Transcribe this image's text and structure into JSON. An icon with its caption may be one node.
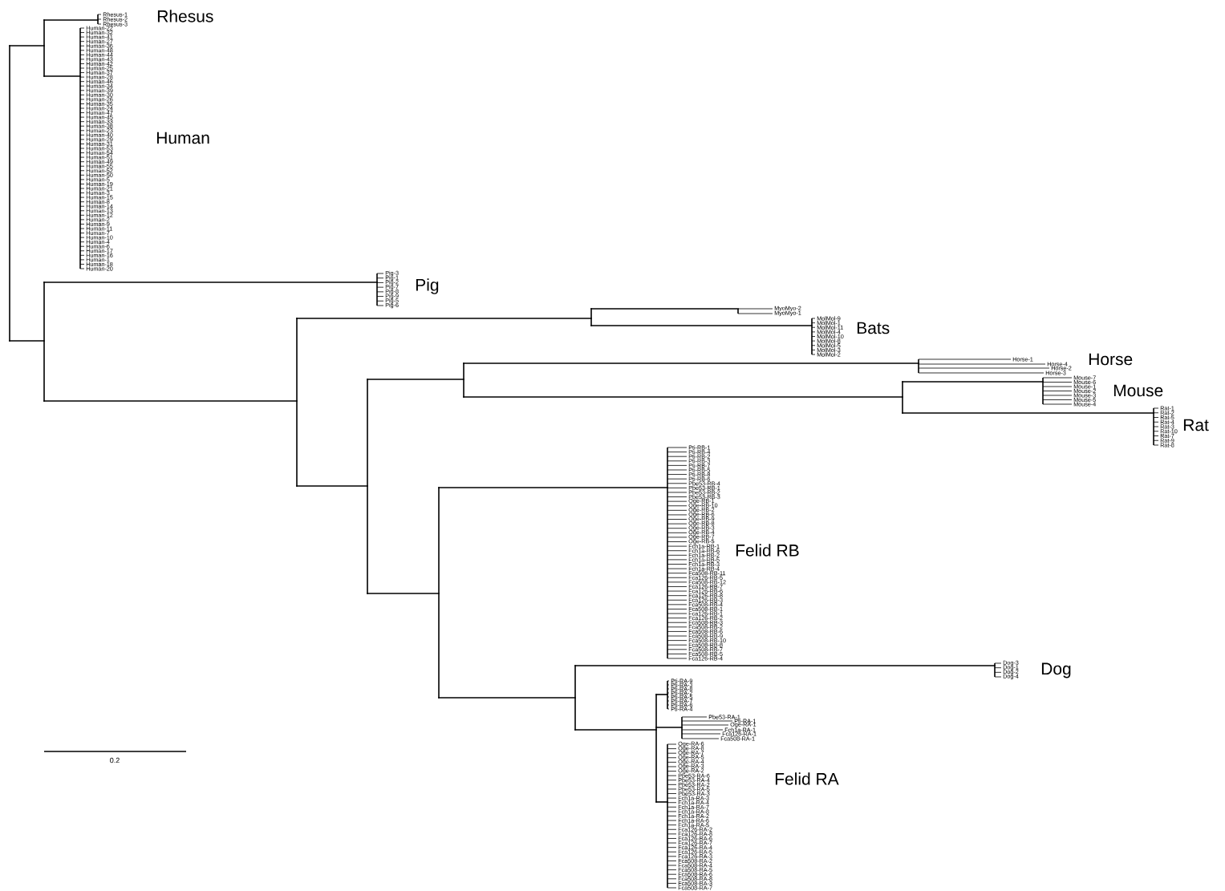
{
  "diagram": {
    "labels": [
      "Rhesus",
      "Rhesus-1",
      "Rhesus-2",
      "Rhesus-3",
      "Human",
      "Human-22",
      "Human-32",
      "Human-41",
      "Human-27",
      "Human-36",
      "Human-48",
      "Human-44",
      "Human-43",
      "Human-42",
      "Human-25",
      "Human-37",
      "Human-28",
      "Human-46",
      "Human-34",
      "Human-39",
      "Human-30",
      "Human-26",
      "Human-35",
      "Human-24",
      "Human-47",
      "Human-45",
      "Human-33",
      "Human-38",
      "Human-23",
      "Human-40",
      "Human-29",
      "Human-31",
      "Human-53",
      "Human-54",
      "Human-51",
      "Human-49",
      "Human-55",
      "Human-52",
      "Human-50",
      "Human-5",
      "Human-19",
      "Human-21",
      "Human-3",
      "Human-15",
      "Human-8",
      "Human-14",
      "Human-13",
      "Human-12",
      "Human-2",
      "Human-9",
      "Human-11",
      "Human-7",
      "Human-10",
      "Human-4",
      "Human-6",
      "Human-17",
      "Human-16",
      "Human-1",
      "Human-18",
      "Human-20",
      "Pig",
      "Pig-3",
      "Pig-1",
      "Pig-2",
      "Pig-7",
      "Pig-8",
      "Pig-9",
      "Pig-5",
      "Pig-6",
      "MyoMyo-2",
      "MyoMyo-1",
      "Bats",
      "MolMol-9",
      "MolMol-1",
      "MolMol-11",
      "MolMol-4",
      "MolMol-10",
      "MolMol-8",
      "MolMol-5",
      "MolMol-3",
      "MolMol-2",
      "Horse",
      "Horse-1",
      "Horse-4",
      "Horse-2",
      "Horse-3",
      "Mouse",
      "Mouse-7",
      "Mouse-6",
      "Mouse-1",
      "Mouse-2",
      "Mouse-3",
      "Mouse-5",
      "Mouse-4",
      "Rat",
      "Rat-1",
      "Rat-2",
      "Rat-5",
      "Rat-4",
      "Rat-3",
      "Rat-10",
      "Rat-7",
      "Rat-9",
      "Rat-8",
      "Felid RB",
      "Pti-RB-1",
      "Pti-RB-4",
      "Pti-RB-2",
      "Pti-RB-3",
      "Pti-RB-7",
      "Pti-RB-5",
      "Pti-RB-8",
      "Pti-RB-6",
      "Pbe53-RB-4",
      "Pbe53-RB-1",
      "Pbe53-RB-2",
      "Pbe53-RB-3",
      "Oge-RB-1",
      "Oge-RB-10",
      "Oge-RB-2",
      "Oge-RB-6",
      "Oge-RB-9",
      "Oge-RB-8",
      "Oge-RB-3",
      "Oge-RB-4",
      "Oge-RB-7",
      "Oge-RB-5",
      "Fch1a-RB-1",
      "Fch1a-RB-6",
      "Fch1a-RB-2",
      "Fch1a-RB-5",
      "Fch1a-RB-3",
      "Fch1a-RB-4",
      "Fca508-RB-11",
      "Fca126-RB-5",
      "Fca508-RB-12",
      "Fca126-RB-7",
      "Fca126-RB-6",
      "Fca126-RB-8",
      "Fca126-RB-3",
      "Fca508-RB-4",
      "Fca508-RB-1",
      "Fca126-RB-1",
      "Fca126-RB-2",
      "Fca508-RB-3",
      "Fca508-RB-2",
      "Fca508-RB-6",
      "Fca508-RB-9",
      "Fca508-RB-10",
      "Fca508-RB-8",
      "Fca508-RB-7",
      "Fca508-RB-5",
      "Fca126-RB-4",
      "Dog",
      "Dog-3",
      "Dog-1",
      "Dog-2",
      "Dog-4",
      "Felid RA",
      "Pti-RA-9",
      "Pti-RA-3",
      "Pti-RA-8",
      "Pti-RA-2",
      "Pti-RA-5",
      "Pti-RA-7",
      "Pti-RA-6",
      "Pti-RA-4",
      "Pbe53-RA-1",
      "Pti-RA-1",
      "Oge-RA-1",
      "Fch1a-RA-1",
      "Fca126-RA-1",
      "Fca508-RA-1",
      "Oge-RA-6",
      "Oge-RA-8",
      "Oge-RA-7",
      "Oge-RA-5",
      "Oge-RA-4",
      "Oge-RA-3",
      "Oge-RA-2",
      "Pbe53-RA-6",
      "Pbe53-RA-4",
      "Pbe53-RA-2",
      "Pbe53-RA-5",
      "Pbe53-RA-3",
      "Fch1a-RA-3",
      "Fch1a-RA-4",
      "Fch1a-RA-7",
      "Fch1a-RA-8",
      "Fch1a-RA-2",
      "Fch1a-RA-6",
      "Fch1a-RA-5",
      "Fca126-RA-2",
      "Fca126-RA-8",
      "Fca126-RA-6",
      "Fca126-RA-7",
      "Fca126-RA-4",
      "Fca126-RA-5",
      "Fca126-RA-3",
      "Fca508-RA-2",
      "Fca508-RA-4",
      "Fca508-RA-5",
      "Fca508-RA-6",
      "Fca508-RA-8",
      "Fca508-RA-3",
      "Fca508-RA-7",
      "0.2"
    ]
  }
}
